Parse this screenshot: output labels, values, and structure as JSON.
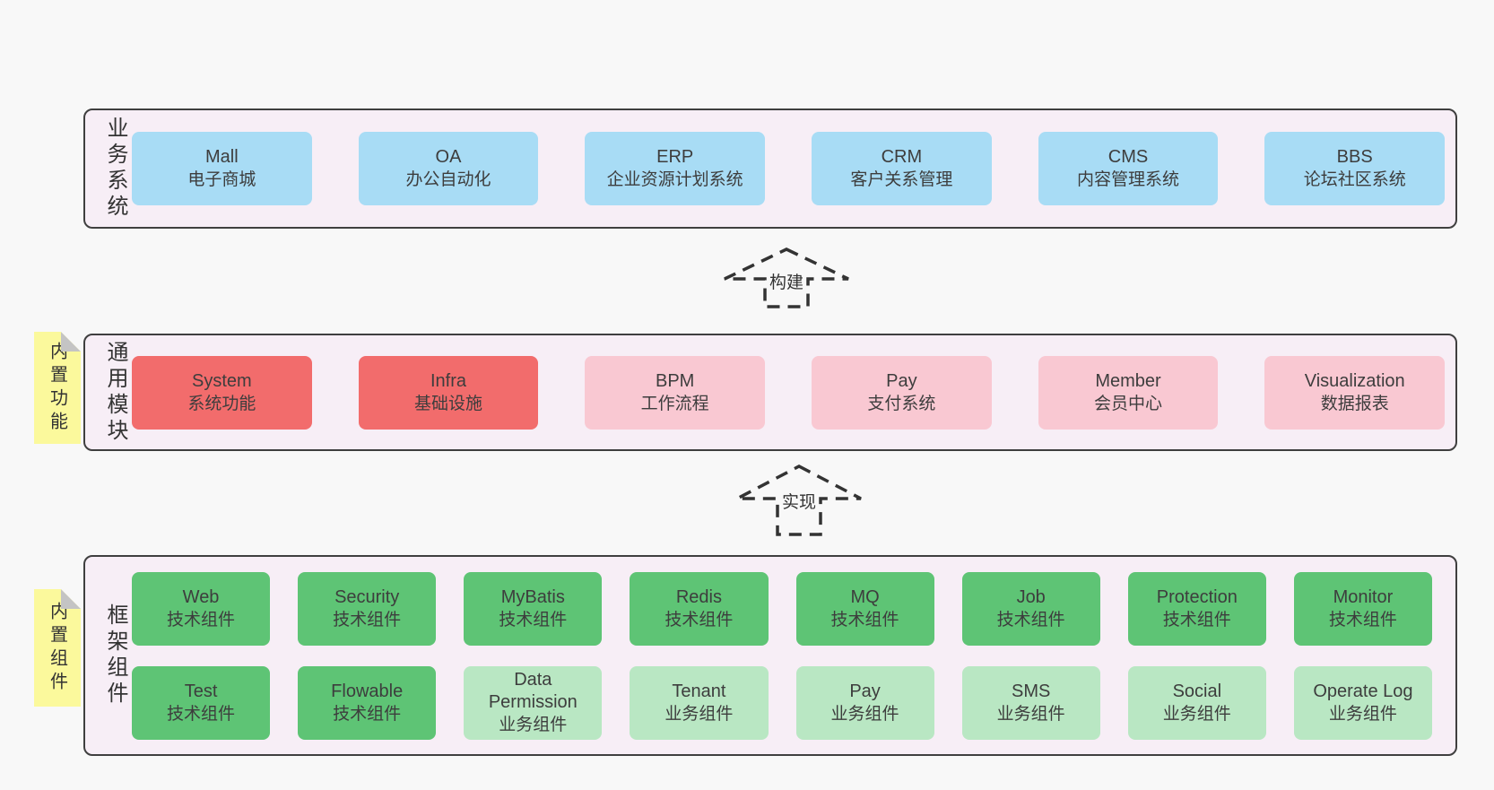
{
  "palette": {
    "page_bg": "#f8f8f8",
    "panel_bg": "#f7eef6",
    "panel_border": "#3f3f3f",
    "blue_box": "#a8dcf5",
    "red_box": "#f26c6c",
    "pink_box": "#f9c8d2",
    "green_box": "#5ec475",
    "green_light_box": "#b9e7c3",
    "sticky_yellow": "#fbf99c",
    "sticky_fold_gray": "#c4c4c4",
    "text": "#3d3d3d"
  },
  "sections": {
    "business": {
      "label": "业务系统",
      "items": [
        {
          "title": "Mall",
          "subtitle": "电子商城"
        },
        {
          "title": "OA",
          "subtitle": "办公自动化"
        },
        {
          "title": "ERP",
          "subtitle": "企业资源计划系统"
        },
        {
          "title": "CRM",
          "subtitle": "客户关系管理"
        },
        {
          "title": "CMS",
          "subtitle": "内容管理系统"
        },
        {
          "title": "BBS",
          "subtitle": "论坛社区系统"
        }
      ]
    },
    "modules": {
      "label": "通用模块",
      "sticky": "内置功能",
      "items": [
        {
          "title": "System",
          "subtitle": "系统功能",
          "emphasis": "strong"
        },
        {
          "title": "Infra",
          "subtitle": "基础设施",
          "emphasis": "strong"
        },
        {
          "title": "BPM",
          "subtitle": "工作流程",
          "emphasis": "light"
        },
        {
          "title": "Pay",
          "subtitle": "支付系统",
          "emphasis": "light"
        },
        {
          "title": "Member",
          "subtitle": "会员中心",
          "emphasis": "light"
        },
        {
          "title": "Visualization",
          "subtitle": "数据报表",
          "emphasis": "light"
        }
      ]
    },
    "framework": {
      "label": "框架组件",
      "sticky": "内置组件",
      "row1": [
        {
          "title": "Web",
          "subtitle": "技术组件"
        },
        {
          "title": "Security",
          "subtitle": "技术组件"
        },
        {
          "title": "MyBatis",
          "subtitle": "技术组件"
        },
        {
          "title": "Redis",
          "subtitle": "技术组件"
        },
        {
          "title": "MQ",
          "subtitle": "技术组件"
        },
        {
          "title": "Job",
          "subtitle": "技术组件"
        },
        {
          "title": "Protection",
          "subtitle": "技术组件"
        },
        {
          "title": "Monitor",
          "subtitle": "技术组件"
        }
      ],
      "row2": [
        {
          "title": "Test",
          "subtitle": "技术组件",
          "kind": "tech"
        },
        {
          "title": "Flowable",
          "subtitle": "技术组件",
          "kind": "tech"
        },
        {
          "title": "Data Permission",
          "subtitle": "业务组件",
          "kind": "biz"
        },
        {
          "title": "Tenant",
          "subtitle": "业务组件",
          "kind": "biz"
        },
        {
          "title": "Pay",
          "subtitle": "业务组件",
          "kind": "biz"
        },
        {
          "title": "SMS",
          "subtitle": "业务组件",
          "kind": "biz"
        },
        {
          "title": "Social",
          "subtitle": "业务组件",
          "kind": "biz"
        },
        {
          "title": "Operate Log",
          "subtitle": "业务组件",
          "kind": "biz"
        }
      ]
    }
  },
  "arrows": [
    {
      "label": "构建"
    },
    {
      "label": "实现"
    }
  ]
}
